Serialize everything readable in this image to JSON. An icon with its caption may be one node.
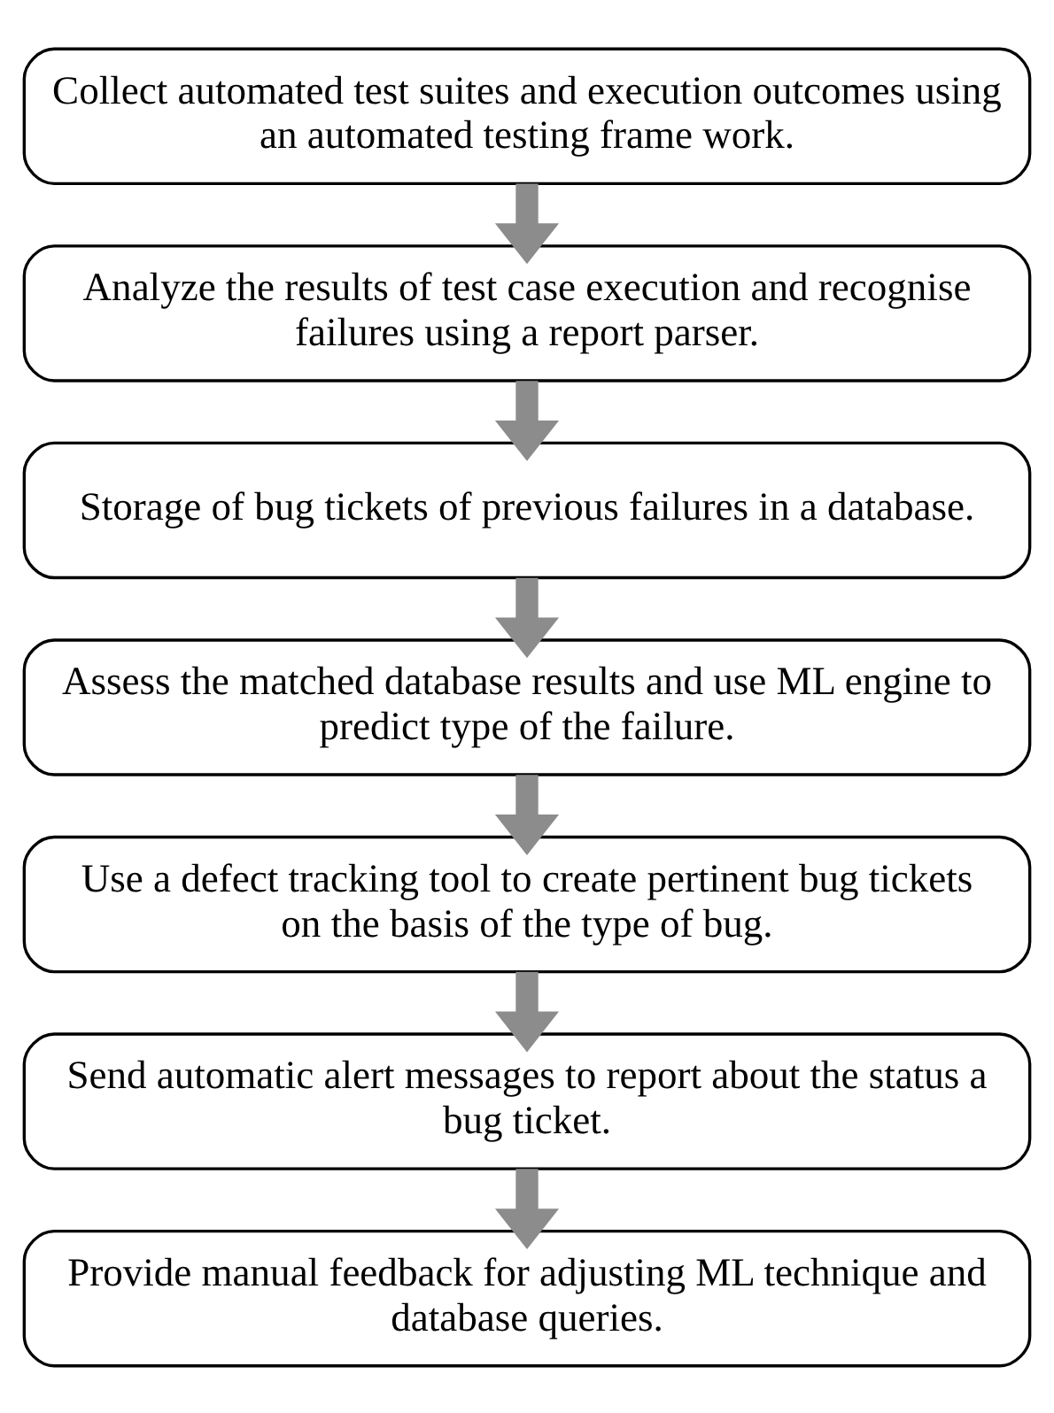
{
  "diagram": {
    "nodes": [
      {
        "text": [
          "Collect automated test suites and execution outcomes using an automated testing frame work."
        ]
      },
      {
        "text": [
          "Analyze the results of test case execution and recognise failures using a report parser."
        ]
      },
      {
        "text": [
          "Storage of bug tickets of previous failures in a database."
        ]
      },
      {
        "text": [
          "Assess the matched database results and use ML engine to predict type of the failure."
        ]
      },
      {
        "text": [
          "Use a defect tracking tool to create pertinent bug tickets on the basis of the type of bug."
        ]
      },
      {
        "text": [
          "Send automatic alert messages to report about the status a bug ticket."
        ]
      },
      {
        "text": [
          "Provide manual feedback for adjusting ML technique and database queries."
        ]
      }
    ],
    "edges": [
      {
        "from": 0,
        "to": 1,
        "arrow": "to"
      },
      {
        "from": 1,
        "to": 2,
        "arrow": "to"
      },
      {
        "from": 2,
        "to": 3,
        "arrow": "to"
      },
      {
        "from": 3,
        "to": 4,
        "arrow": "to"
      },
      {
        "from": 4,
        "to": 5,
        "arrow": "to"
      },
      {
        "from": 5,
        "to": 6,
        "arrow": "to"
      }
    ]
  }
}
